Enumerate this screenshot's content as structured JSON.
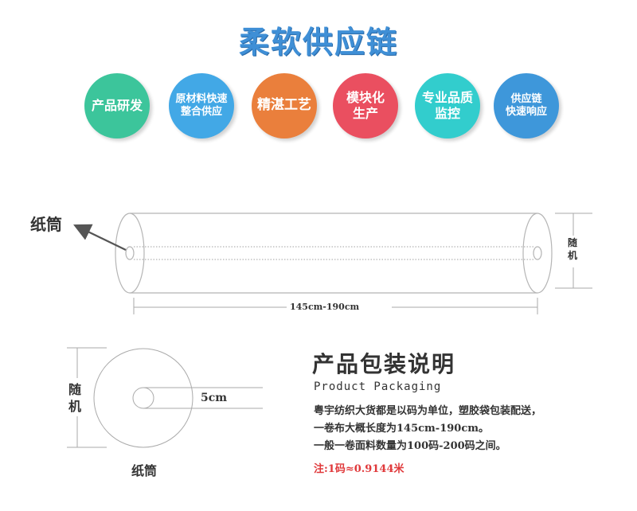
{
  "title": "柔软供应链",
  "features": [
    {
      "label": "产品研发",
      "color": "#3cc59b"
    },
    {
      "label": "原材料快速\n整合供应",
      "color": "#42a8e6"
    },
    {
      "label": "精湛工艺",
      "color": "#ea7f3c"
    },
    {
      "label": "模块化\n生产",
      "color": "#ea4f60"
    },
    {
      "label": "专业品质\n监控",
      "color": "#32cdcd"
    },
    {
      "label": "供应链\n快速响应",
      "color": "#3e97da"
    }
  ],
  "roll": {
    "tube_label": "纸筒",
    "length_label": "145cm-190cm",
    "height_label": "随\n机"
  },
  "cross_section": {
    "height_label": "随\n机",
    "core_label": "5cm",
    "tube_label": "纸筒"
  },
  "packaging": {
    "title": "产品包装说明",
    "subtitle": "Product Packaging",
    "lines": [
      "粤宇纺织大货都是以码为单位，塑胶袋包装配送，",
      "一卷布大概长度为145cm-190cm。",
      "一般一卷面料数量为100码-200码之间。"
    ],
    "note": "注:1码≈0.9144米"
  }
}
